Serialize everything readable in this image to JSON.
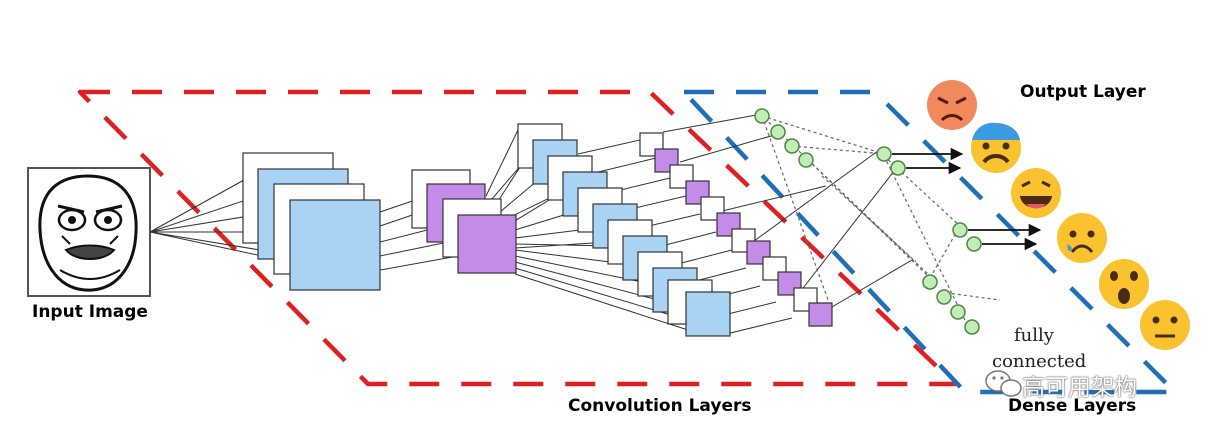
{
  "labels": {
    "input_image": "Input Image",
    "convolution_layers": "Convolution Layers",
    "output_layer": "Output Layer",
    "dense_layers": "Dense Layers",
    "fully": "fully",
    "connected": "connected"
  },
  "watermark": "高可用架构",
  "icons": {
    "input": "meme-face-icon",
    "outputs": [
      "angry-emoji-icon",
      "scared-emoji-icon",
      "laughing-emoji-icon",
      "sad-emoji-icon",
      "surprised-emoji-icon",
      "neutral-emoji-icon"
    ],
    "watermark": "wechat-icon"
  },
  "colors": {
    "conv_region": "#e02020",
    "dense_region": "#1f6fb8",
    "feature_map": "#a9d3f5",
    "pooled_map": "#c58be8",
    "neuron": "#c4ecb8",
    "emoji": "#f9c22e",
    "angry": "#f08a5d"
  }
}
